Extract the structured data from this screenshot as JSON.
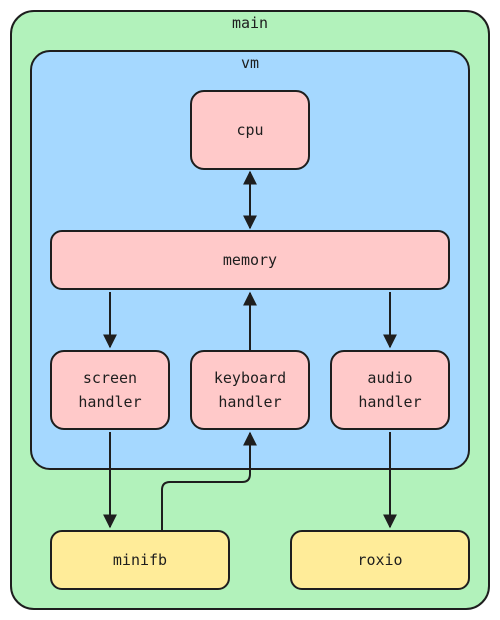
{
  "colors": {
    "main_fill": "#b2f2bb",
    "vm_fill": "#a5d8ff",
    "component_fill": "#ffc9c9",
    "external_fill": "#ffec99",
    "stroke": "#1e1e1e"
  },
  "containers": {
    "main": {
      "label": "main"
    },
    "vm": {
      "label": "vm"
    }
  },
  "nodes": {
    "cpu": "cpu",
    "memory": "memory",
    "screen_handler": "screen\nhandler",
    "keyboard_handler": "keyboard\nhandler",
    "audio_handler": "audio\nhandler",
    "minifb": "minifb",
    "roxio": "roxio"
  },
  "edges": [
    {
      "from": "cpu",
      "to": "memory",
      "direction": "both"
    },
    {
      "from": "memory",
      "to": "screen_handler",
      "direction": "forward"
    },
    {
      "from": "keyboard_handler",
      "to": "memory",
      "direction": "forward"
    },
    {
      "from": "memory",
      "to": "audio_handler",
      "direction": "forward"
    },
    {
      "from": "screen_handler",
      "to": "minifb",
      "direction": "forward"
    },
    {
      "from": "minifb",
      "to": "keyboard_handler",
      "direction": "forward"
    },
    {
      "from": "audio_handler",
      "to": "roxio",
      "direction": "forward"
    }
  ]
}
